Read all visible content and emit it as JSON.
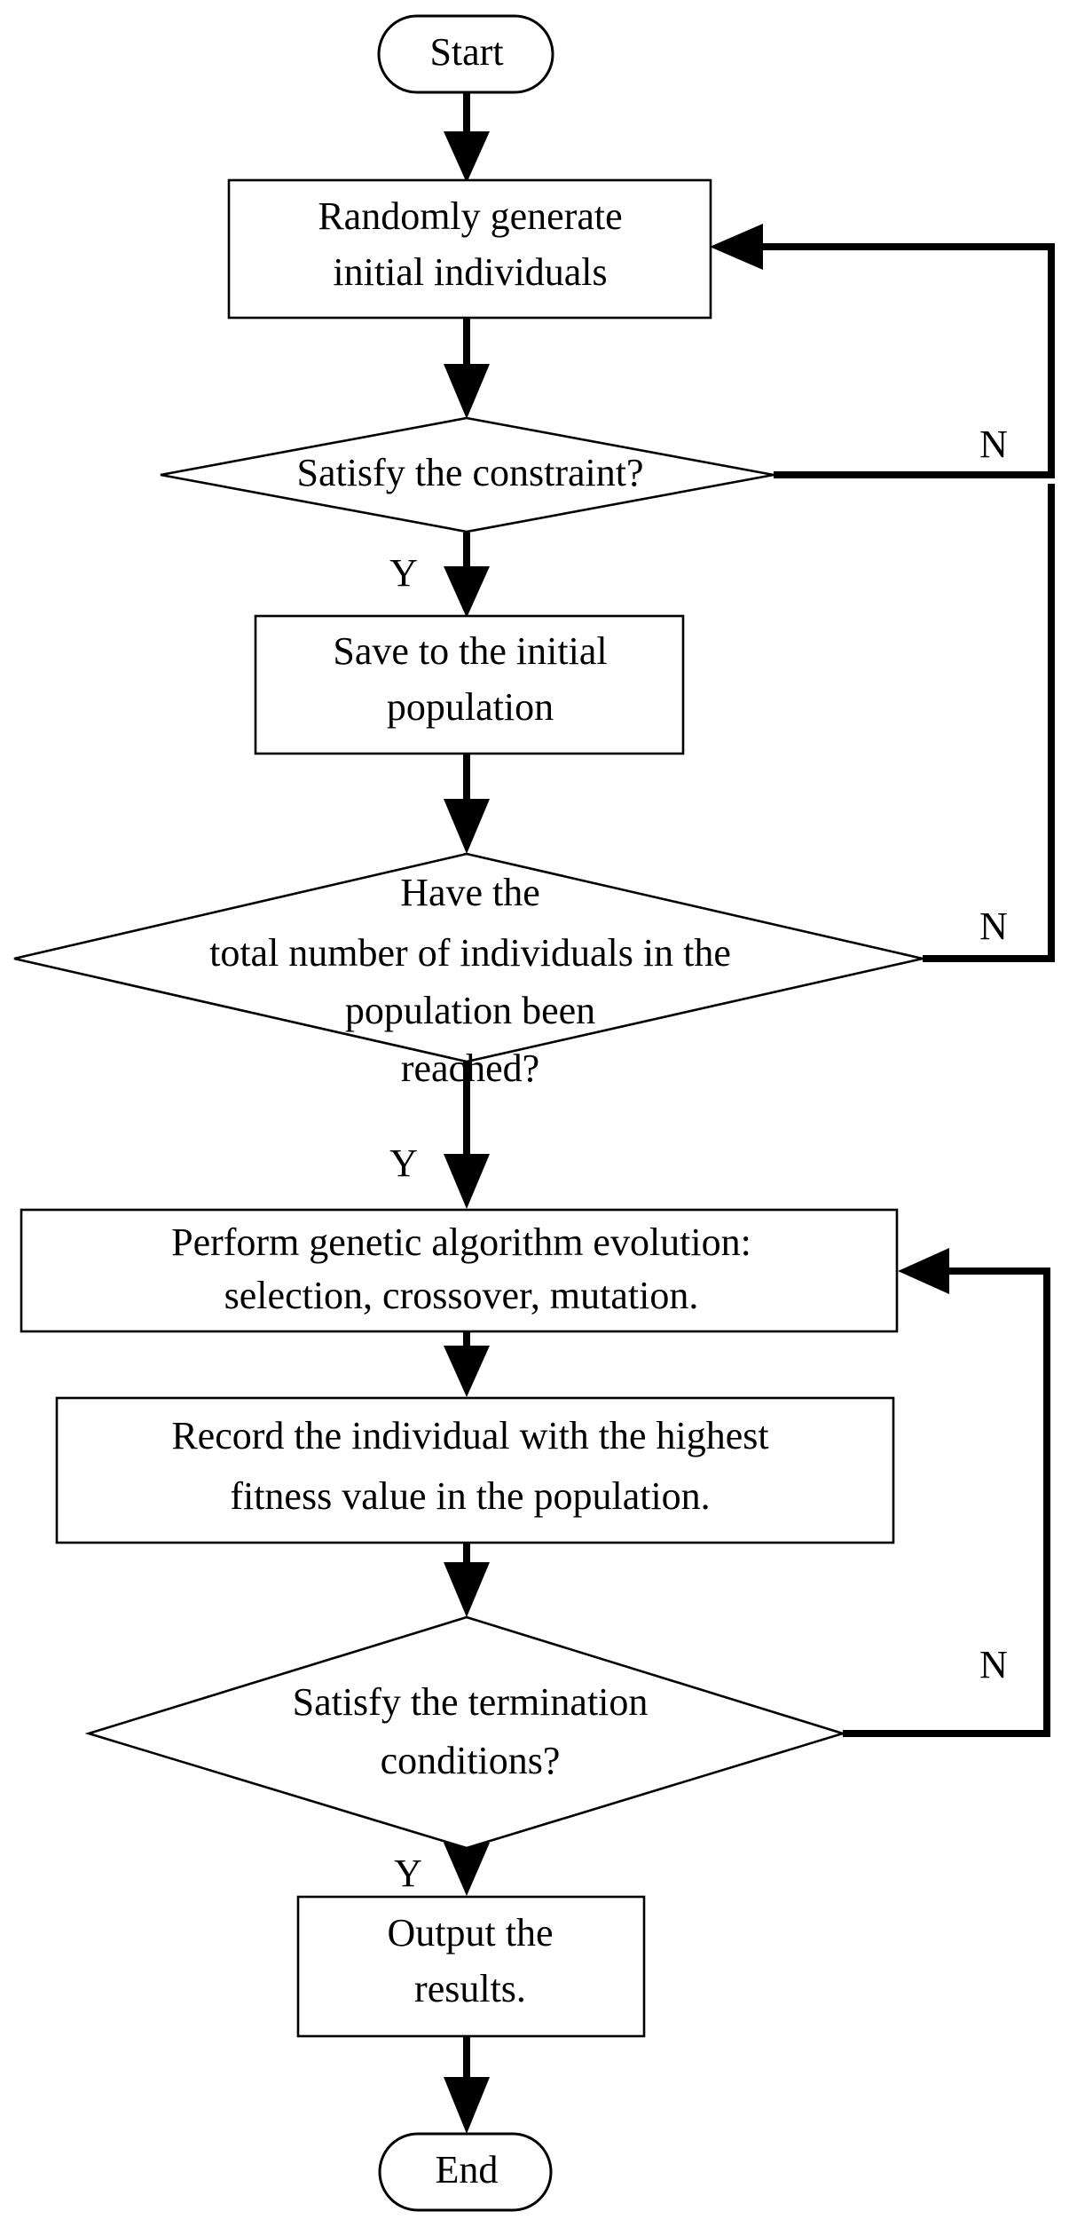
{
  "diagram": {
    "title": "Genetic algorithm flowchart",
    "type": "flowchart",
    "stroke_color": "#000000",
    "fill_color": "#ffffff",
    "background_color": "#ffffff"
  },
  "nodes": {
    "start": {
      "shape": "terminator",
      "label": "Start"
    },
    "generate": {
      "shape": "process",
      "line1": "Randomly generate",
      "line2": "initial individuals"
    },
    "constraint": {
      "shape": "decision",
      "line1": "Satisfy the constraint?"
    },
    "save": {
      "shape": "process",
      "line1": "Save to the initial",
      "line2": "population"
    },
    "popcount": {
      "shape": "decision",
      "line1": "Have the",
      "line2": "total number of individuals in the",
      "line3": "population been",
      "line4": "reached?"
    },
    "evolve": {
      "shape": "process",
      "line1": "Perform genetic algorithm evolution:",
      "line2": "selection, crossover, mutation."
    },
    "record": {
      "shape": "process",
      "line1": "Record the individual with the highest",
      "line2": "fitness value in the population."
    },
    "termination": {
      "shape": "decision",
      "line1": "Satisfy the termination",
      "line2": "conditions?"
    },
    "output": {
      "shape": "process",
      "line1": "Output the",
      "line2": "results."
    },
    "end": {
      "shape": "terminator",
      "label": "End"
    }
  },
  "branch_labels": {
    "constraint_no": "N",
    "constraint_yes": "Y",
    "popcount_no": "N",
    "popcount_yes": "Y",
    "termination_no": "N",
    "termination_yes": "Y"
  },
  "edges": [
    {
      "from": "start",
      "to": "generate",
      "label": ""
    },
    {
      "from": "generate",
      "to": "constraint",
      "label": ""
    },
    {
      "from": "constraint",
      "to": "save",
      "label": "Y"
    },
    {
      "from": "constraint",
      "to": "generate",
      "label": "N"
    },
    {
      "from": "save",
      "to": "popcount",
      "label": ""
    },
    {
      "from": "popcount",
      "to": "evolve",
      "label": "Y"
    },
    {
      "from": "popcount",
      "to": "generate",
      "label": "N"
    },
    {
      "from": "evolve",
      "to": "record",
      "label": ""
    },
    {
      "from": "record",
      "to": "termination",
      "label": ""
    },
    {
      "from": "termination",
      "to": "output",
      "label": "Y"
    },
    {
      "from": "termination",
      "to": "evolve",
      "label": "N"
    },
    {
      "from": "output",
      "to": "end",
      "label": ""
    }
  ]
}
